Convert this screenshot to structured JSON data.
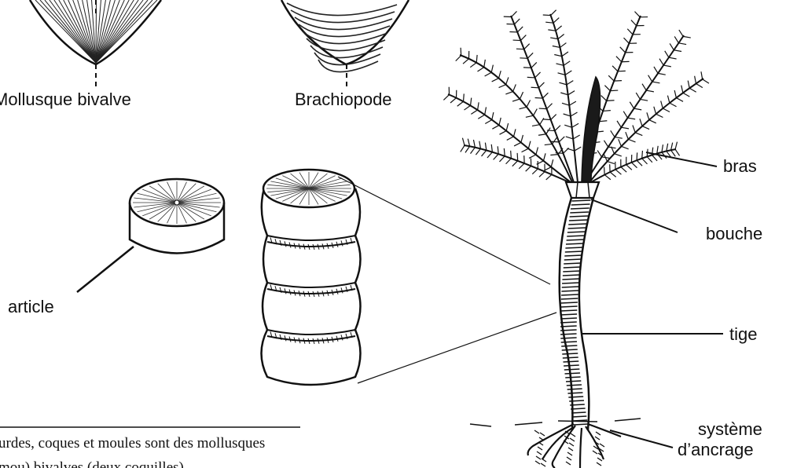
{
  "shells": {
    "bivalve_label": "Mollusque bivalve",
    "brachiopod_label": "Brachiopode"
  },
  "stem_detail": {
    "article_label": "article"
  },
  "crinoid": {
    "labels": {
      "arms": "bras",
      "mouth": "bouche",
      "stem": "tige",
      "anchor_line1": "système",
      "anchor_line2": "d’ancrage"
    }
  },
  "footnote": {
    "line1": "urdes, coques et moules sont des mollusques",
    "line2": "mou) bivalves (deux coquilles)"
  }
}
